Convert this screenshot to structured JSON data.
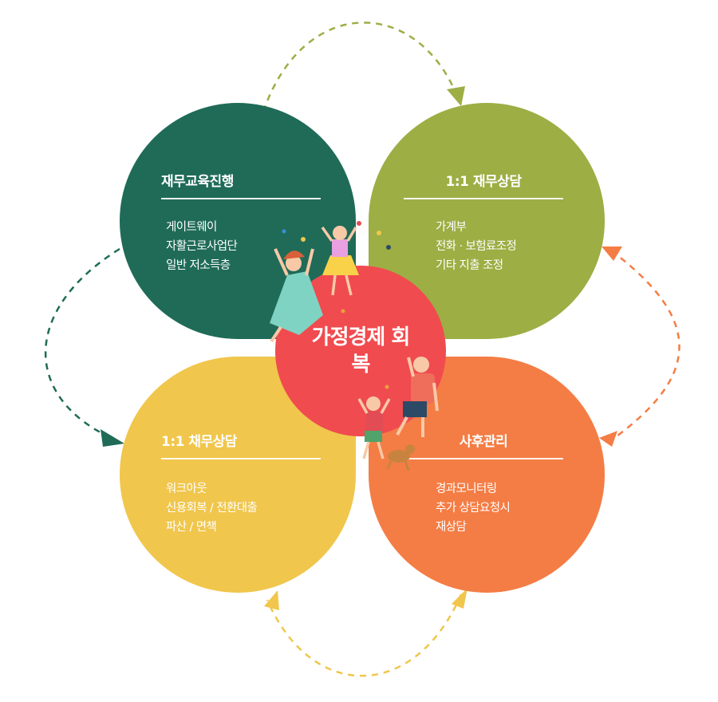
{
  "center": {
    "title": "가정경제 회복",
    "color": "#f04b4f"
  },
  "steps": [
    {
      "title": "재무교육진행",
      "items": [
        "게이트웨이",
        "자활근로사업단",
        "일반 저소득층"
      ],
      "color": "#1f6b58"
    },
    {
      "title": "1:1 재무상담",
      "items": [
        "가계부",
        "전화 · 보험료조정",
        "기타 지출 조정"
      ],
      "color": "#9dae44"
    },
    {
      "title": "1:1 채무상담",
      "items": [
        "워크아웃",
        "신용회복 / 전환대출",
        "파산 / 면책"
      ],
      "color": "#f0c64c"
    },
    {
      "title": "사후관리",
      "items": [
        "경과모니터링",
        "추가 상담요청시",
        "재상담"
      ],
      "color": "#f47d45"
    }
  ],
  "arrows": {
    "top_color": "#9dae44",
    "right_color": "#f47d45",
    "bottom_color": "#f0c64c",
    "left_color": "#1f6b58"
  },
  "illustration": {
    "icons": [
      "dancing-girl-icon",
      "jumping-child-icon",
      "jumping-man-icon",
      "running-boy-icon",
      "dog-icon",
      "music-note-icon"
    ]
  }
}
